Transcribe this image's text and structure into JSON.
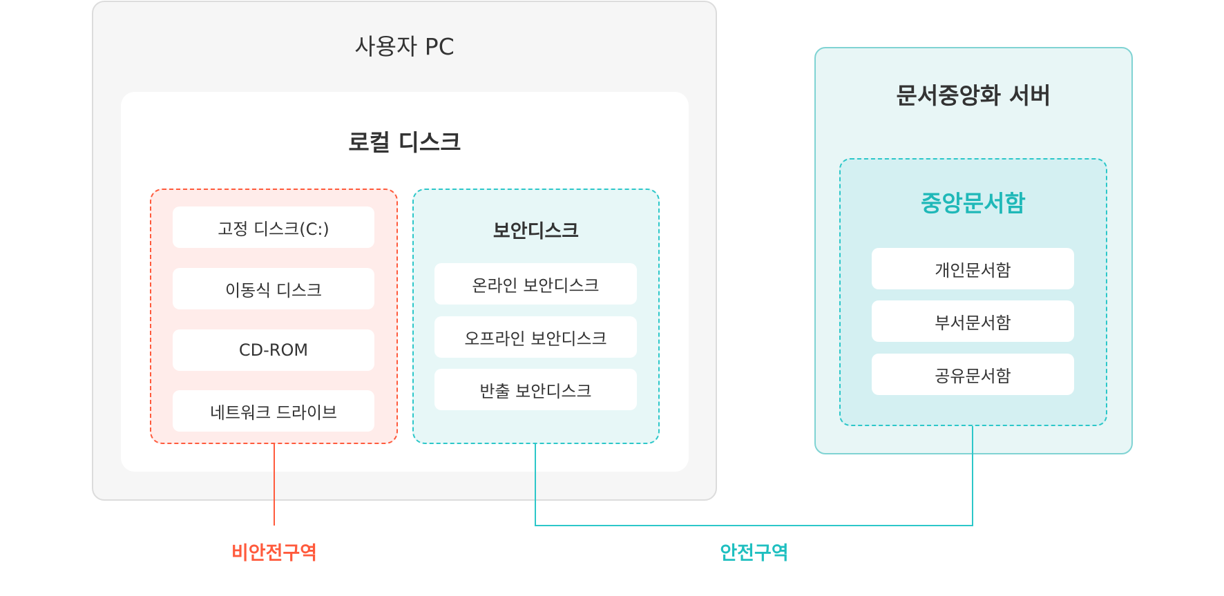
{
  "user_pc": {
    "title": "사용자 PC",
    "local_disk": {
      "title": "로컬 디스크",
      "unsafe_items": [
        "고정 디스크(C:)",
        "이동식 디스크",
        "CD-ROM",
        "네트워크 드라이브"
      ],
      "secure_disk": {
        "title": "보안디스크",
        "items": [
          "온라인 보안디스크",
          "오프라인 보안디스크",
          "반출 보안디스크"
        ]
      }
    }
  },
  "server": {
    "title": "문서중앙화 서버",
    "central_box": {
      "title": "중앙문서함",
      "items": [
        "개인문서함",
        "부서문서함",
        "공유문서함"
      ]
    }
  },
  "zones": {
    "unsafe": "비안전구역",
    "safe": "안전구역"
  },
  "colors": {
    "unsafe": "#ff5a3c",
    "safe": "#2cc7c9"
  }
}
